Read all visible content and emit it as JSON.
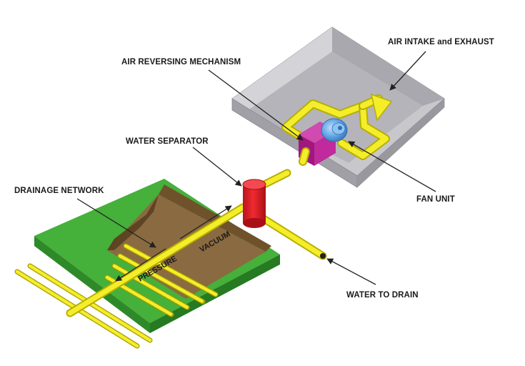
{
  "labels": {
    "air_intake": "AIR INTAKE and EXHAUST",
    "air_reversing": "AIR REVERSING MECHANISM",
    "water_separator": "WATER SEPARATOR",
    "drainage_network": "DRAINAGE NETWORK",
    "fan_unit": "FAN UNIT",
    "water_to_drain": "WATER TO DRAIN",
    "pressure": "PRESSURE",
    "vacuum": "VACUUM"
  },
  "colors": {
    "enclosure": "#bcbcc2",
    "grass": "#3fa637",
    "soil": "#8a6a40",
    "pipe": "#f4ee2a",
    "separator": "#e0202a",
    "reversing_box": "#b0208e",
    "fan": "#5a9ee0"
  }
}
